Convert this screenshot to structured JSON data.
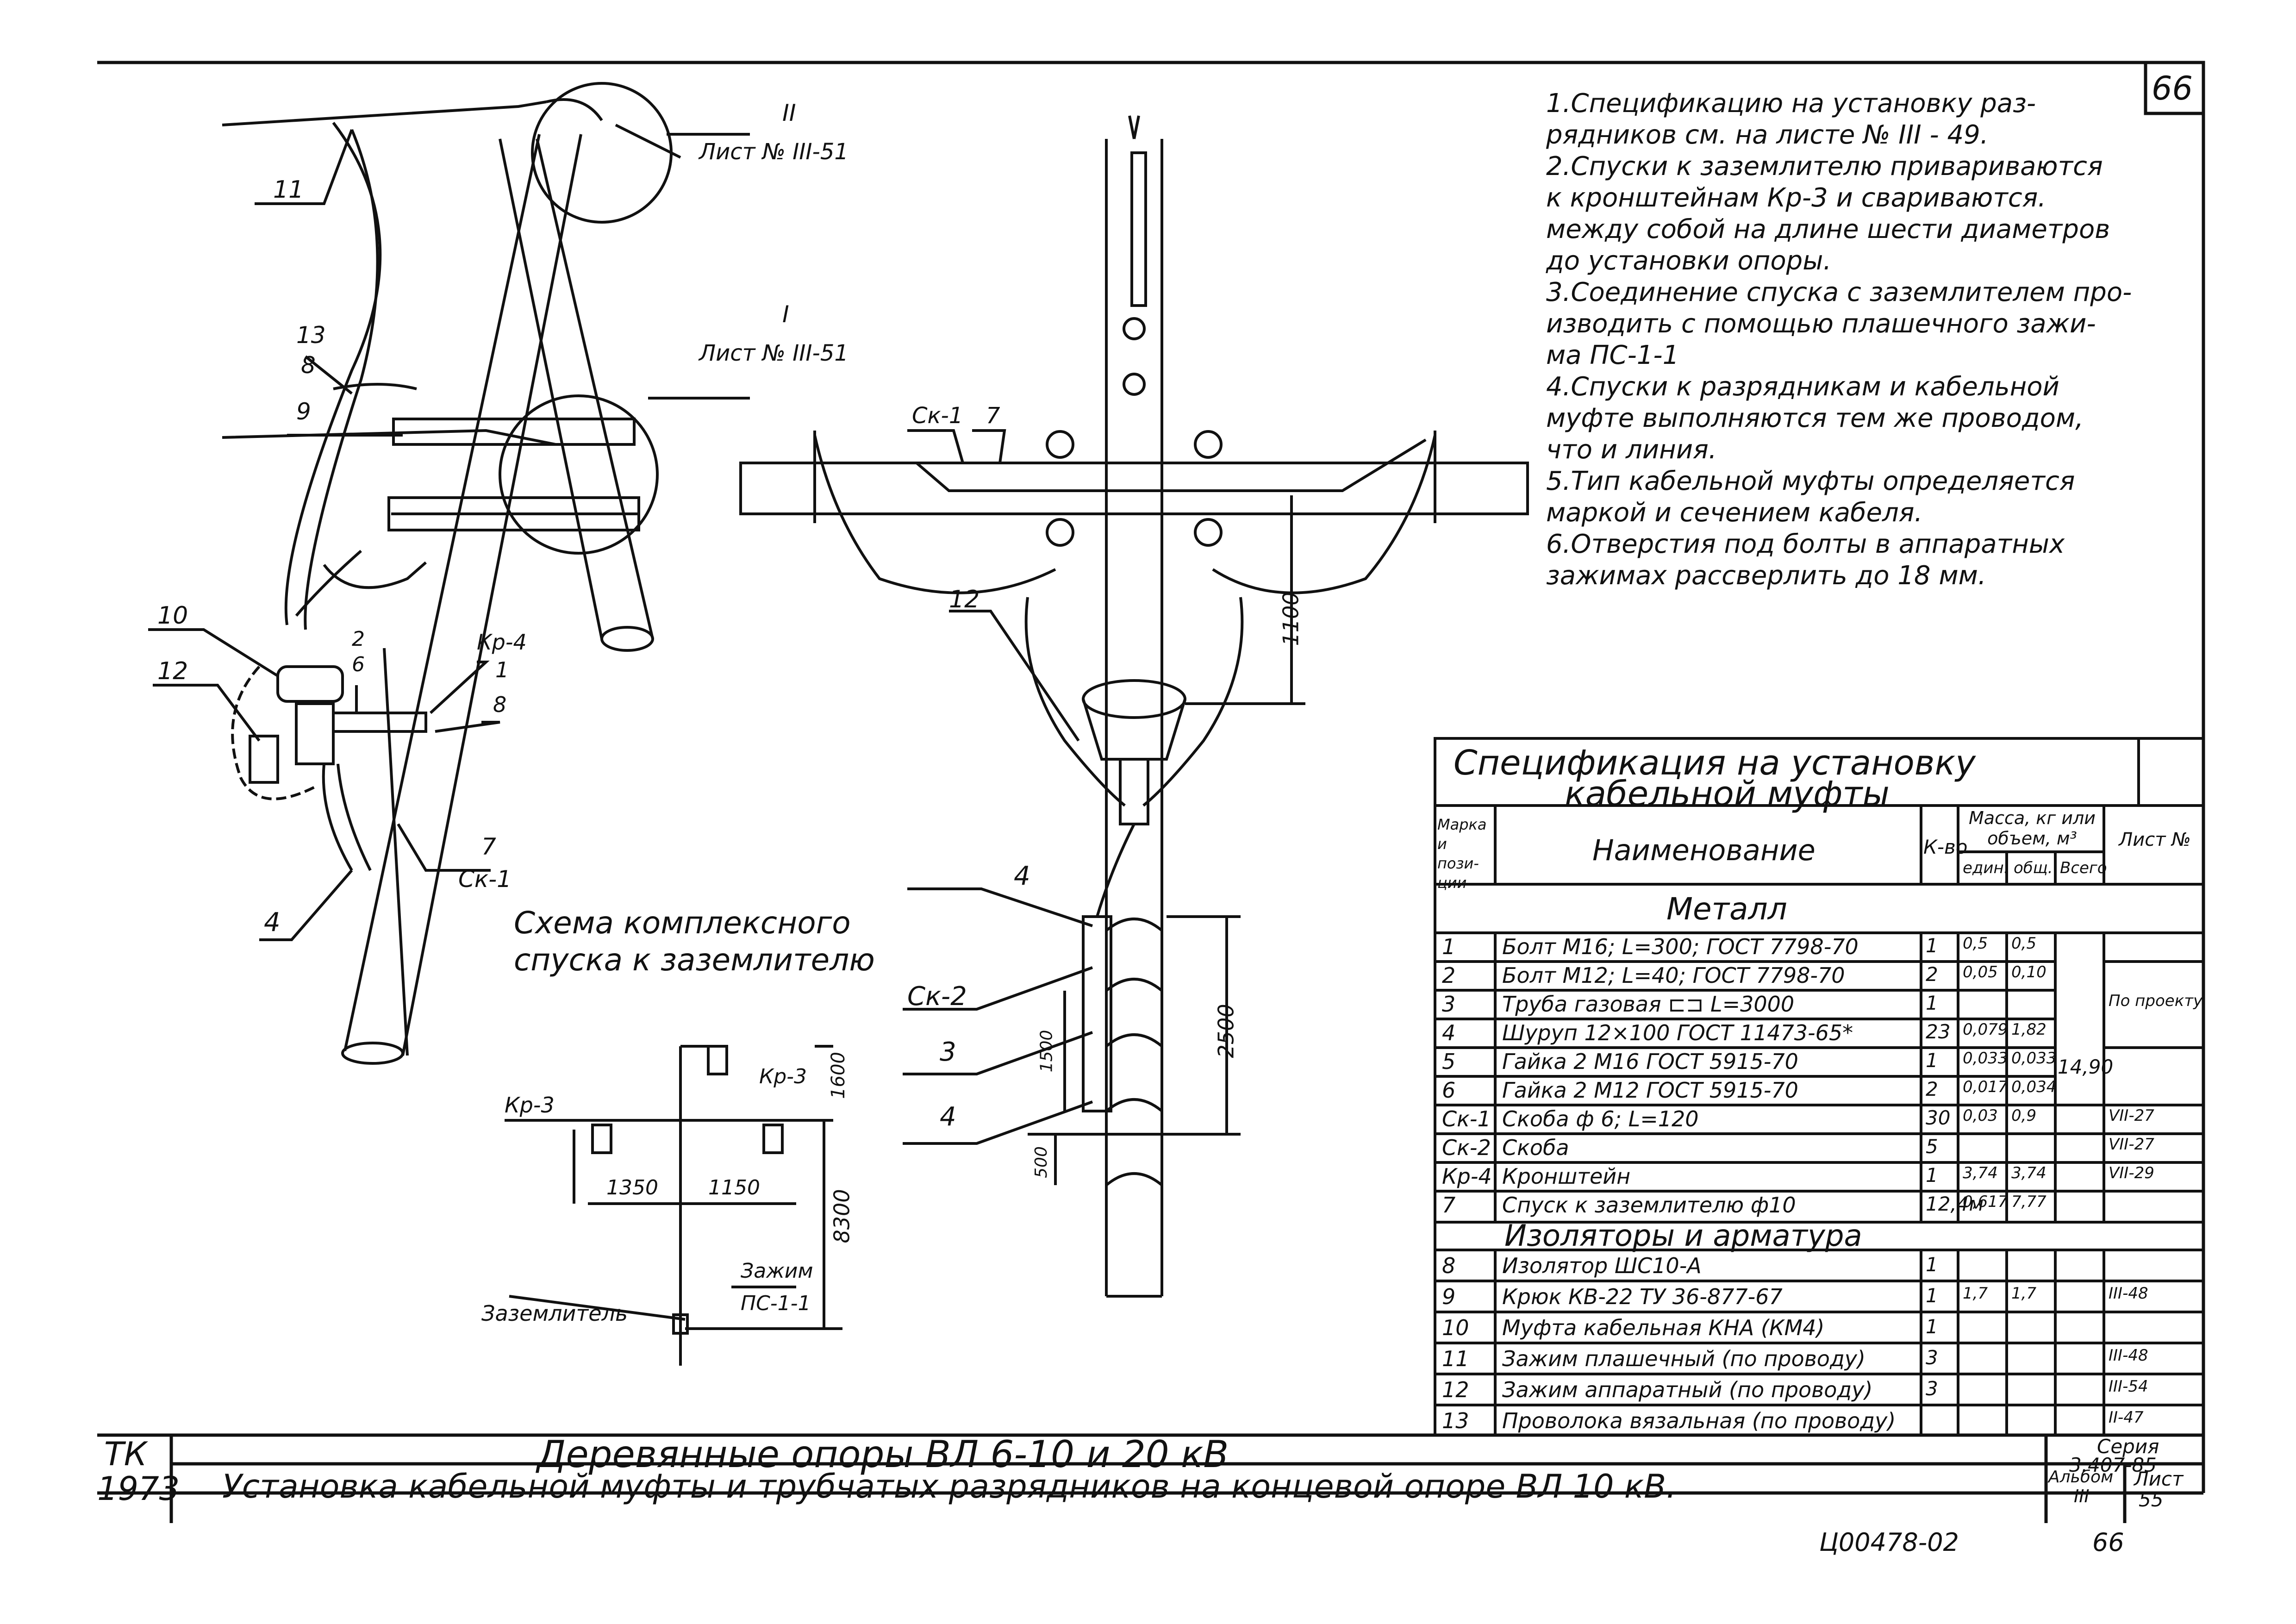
{
  "sheet_mark": "66",
  "notes": [
    "1.Спецификацию на установку раз-",
    "рядников см. на листе № III - 49.",
    "2.Спуски к заземлителю приваривaются",
    "к кронштейнам Кр-3 и свариваются.",
    "между собой на длине шести диаметров",
    "до установки опоры.",
    "3.Соединение спуска с заземлителем про-",
    "изводить с помощью плашечного зажи-",
    "ма ПС-1-1",
    "4.Спуски к разрядникам и кабельной",
    "муфте выполняются тем же проводом,",
    "что и линия.",
    "5.Тип кабельной муфты определяется",
    "маркой и сечением кабеля.",
    "6.Отверстия под болты в аппаратных",
    "зажимах рассверлить до 18 мм."
  ],
  "drawing": {
    "callout_II": "II",
    "callout_II_ref": "Лист № III-51",
    "callout_I": "I",
    "callout_I_ref": "Лист № III-51",
    "labels_left": {
      "l11": "11",
      "l13": "13",
      "l8a": "8",
      "l9": "9",
      "l10": "10",
      "l12": "12",
      "l2": "2",
      "l6": "6",
      "lkp4": "Кр-4",
      "l1": "1",
      "l8b": "8",
      "l7": "7",
      "lsk1": "Ск-1",
      "l4": "4"
    },
    "scheme_caption_1": "Схема комплексного",
    "scheme_caption_2": "спуска к заземлителю",
    "labels_right": {
      "sk1": "Ск-1",
      "n7": "7",
      "n12": "12",
      "n4a": "4",
      "sk2": "Ск-2",
      "n3": "3",
      "n4b": "4",
      "d1100": "1100",
      "d2500": "2500",
      "d1500": "1500",
      "d500": "500"
    },
    "scheme": {
      "kp3_top": "Кр-3",
      "kp3_left": "Кр-3",
      "d1600": "1600",
      "d8300": "8300",
      "d1350": "1350",
      "d1150": "1150",
      "clamp1": "Зажим",
      "clamp2": "ПС-1-1",
      "ground": "Заземлитель"
    }
  },
  "spec": {
    "title_1": "Спецификация на установку",
    "title_2": "кабельной муфты",
    "headers": {
      "mark": "Марка и пози- ции",
      "name": "Наименование",
      "qty": "К-во",
      "mass": "Масса, кг или объем, м³",
      "unit": "един.",
      "total": "общ.",
      "all": "Всего",
      "sheet": "Лист №"
    },
    "section_metal": "Металл",
    "section_insul": "Изоляторы и арматура",
    "rows_metal": [
      {
        "mark": "1",
        "name": "Болт М16; L=300; ГОСТ 7798-70",
        "qty": "1",
        "unit": "0,5",
        "total": "0,5",
        "sheet": ""
      },
      {
        "mark": "2",
        "name": "Болт М12; L=40; ГОСТ 7798-70",
        "qty": "2",
        "unit": "0,05",
        "total": "0,10",
        "sheet": ""
      },
      {
        "mark": "3",
        "name": "Труба газовая ⊏⊐ L=3000",
        "qty": "1",
        "unit": "",
        "total": "",
        "sheet": "По проекту"
      },
      {
        "mark": "4",
        "name": "Шуруп 12×100 ГОСТ 11473-65*",
        "qty": "23",
        "unit": "0,079",
        "total": "1,82",
        "sheet": ""
      },
      {
        "mark": "5",
        "name": "Гайка 2 М16 ГОСТ 5915-70",
        "qty": "1",
        "unit": "0,033",
        "total": "0,033",
        "sheet": ""
      },
      {
        "mark": "6",
        "name": "Гайка 2 М12 ГОСТ 5915-70",
        "qty": "2",
        "unit": "0,017",
        "total": "0,034",
        "sheet": ""
      },
      {
        "mark": "Ск-1",
        "name": "Скоба ф 6; L=120",
        "qty": "30",
        "unit": "0,03",
        "total": "0,9",
        "sheet": "VII-27"
      },
      {
        "mark": "Ск-2",
        "name": "Скоба",
        "qty": "5",
        "unit": "",
        "total": "",
        "sheet": "VII-27"
      },
      {
        "mark": "Кр-4",
        "name": "Кронштейн",
        "qty": "1",
        "unit": "3,74",
        "total": "3,74",
        "sheet": "VII-29"
      },
      {
        "mark": "7",
        "name": "Спуск к заземлителю ф10",
        "qty": "12,4м",
        "unit": "0,617",
        "total": "7,77",
        "sheet": ""
      }
    ],
    "metal_total": "14,90",
    "rows_insul": [
      {
        "mark": "8",
        "name": "Изолятор ШС10-А",
        "qty": "1",
        "unit": "",
        "total": "",
        "sheet": ""
      },
      {
        "mark": "9",
        "name": "Крюк КВ-22 ТУ 36-877-67",
        "qty": "1",
        "unit": "1,7",
        "total": "1,7",
        "sheet": "III-48"
      },
      {
        "mark": "10",
        "name": "Муфта кабельная КНА (КМ4)",
        "qty": "1",
        "unit": "",
        "total": "",
        "sheet": ""
      },
      {
        "mark": "11",
        "name": "Зажим плашечный (по проводу)",
        "qty": "3",
        "unit": "",
        "total": "",
        "sheet": "III-48"
      },
      {
        "mark": "12",
        "name": "Зажим аппаратный (по проводу)",
        "qty": "3",
        "unit": "",
        "total": "",
        "sheet": "III-54"
      },
      {
        "mark": "13",
        "name": "Проволока вязальная (по проводу)",
        "qty": "",
        "unit": "",
        "total": "",
        "sheet": "II-47"
      }
    ]
  },
  "title_block": {
    "org": "ТК",
    "year": "1973",
    "title_1": "Деревянные опоры ВЛ 6-10 и 20 кВ",
    "title_2": "Установка кабельной муфты и трубчатых разрядников на концевой опоре ВЛ 10 кВ.",
    "series_label": "Серия",
    "series_value": "3.407-85",
    "album_label": "Альбом",
    "album_value": "III",
    "sheet_label": "Лист",
    "sheet_value": "55",
    "inventory": "Ц00478-02",
    "page": "66"
  }
}
